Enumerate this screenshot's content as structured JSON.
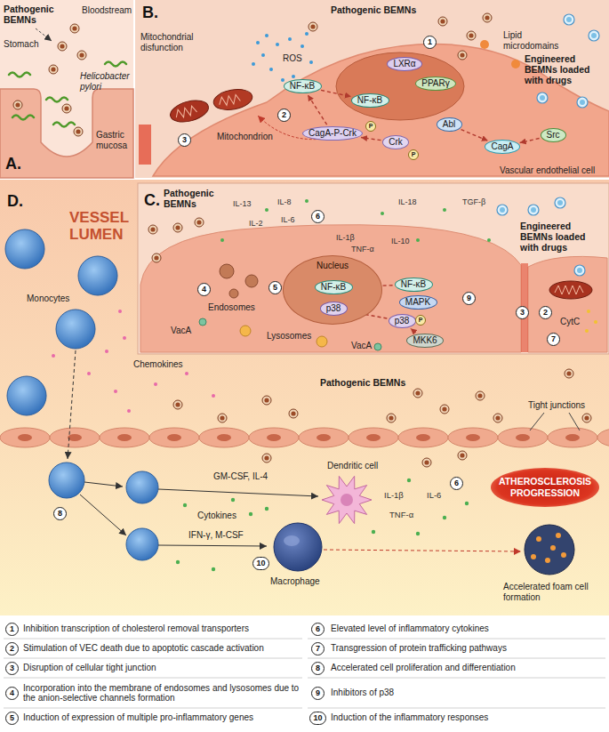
{
  "diagram": {
    "nodes": [
      {
        "text": [
          "A."
        ]
      },
      {
        "text": [
          "B."
        ]
      },
      {
        "text": [
          "NF-κB"
        ],
        "in": 1
      },
      {
        "text": [
          "LXRα"
        ],
        "in": 1
      },
      {
        "text": [
          "PPARγ"
        ],
        "in": 1
      },
      {
        "text": [
          "NF-κB"
        ],
        "in": 1
      },
      {
        "text": [
          "CagA-P-Crk"
        ],
        "in": 1
      },
      {
        "text": [
          "Abl"
        ],
        "in": 1
      },
      {
        "text": [
          "Crk"
        ],
        "in": 1
      },
      {
        "text": [
          "CagA"
        ],
        "in": 1
      },
      {
        "text": [
          "Src"
        ],
        "in": 1
      },
      {
        "text": [
          "D."
        ]
      },
      {
        "text": [
          "C."
        ],
        "in": 11
      },
      {
        "text": [
          "Nucleus"
        ],
        "in": 12
      },
      {
        "text": [
          "NF-κB"
        ],
        "in": 13
      },
      {
        "text": [
          "p38"
        ],
        "in": 13
      },
      {
        "text": [
          "NF-κB"
        ],
        "in": 12
      },
      {
        "text": [
          "MAPK"
        ],
        "in": 12
      },
      {
        "text": [
          "p38"
        ],
        "in": 12
      },
      {
        "text": [
          "MKK6"
        ],
        "in": 12
      },
      {
        "text": [
          "ATHEROSCLEROSIS PROGRESSION"
        ],
        "in": 11
      }
    ],
    "edges": [
      {
        "from": 2,
        "to": 5,
        "arrow": "to"
      },
      {
        "from": 6,
        "to": 2,
        "arrow": "to"
      },
      {
        "from": 8,
        "to": 6,
        "arrow": "to"
      },
      {
        "from": 7,
        "to": 9,
        "arrow": "to"
      },
      {
        "from": 10,
        "to": 9,
        "arrow": "to"
      },
      {
        "from": 16,
        "to": 14,
        "arrow": "to"
      },
      {
        "from": 18,
        "to": 15,
        "arrow": "to"
      },
      {
        "from": 19,
        "to": 18,
        "arrow": "to"
      }
    ],
    "labels": [
      "Pathogenic BEMNs",
      "Bloodstream",
      "Stomach",
      "Helicobacter pylori",
      "Gastric mucosa",
      "Pathogenic BEMNs",
      "Lipid microdomains",
      "Engineered BEMNs loaded with drugs",
      "Mitochondrial disfunction",
      "ROS",
      "1",
      "Mitochondrion",
      "2",
      "3",
      "P",
      "P",
      "Vascular endothelial cell",
      "VESSEL LUMEN",
      "Monocytes",
      "Chemokines",
      "Pathogenic BEMNs",
      "IL-13",
      "IL-8",
      "IL-18",
      "TGF-β",
      "IL-2",
      "IL-6",
      "6",
      "IL-1β",
      "TNF-α",
      "IL-10",
      "Engineered BEMNs loaded with drugs",
      "5",
      "Endosomes",
      "4",
      "Lysosomes",
      "VacA",
      "VacA",
      "P",
      "9",
      "3",
      "2",
      "CytC",
      "7",
      "Pathogenic BEMNs",
      "Tight junctions",
      "8",
      "GM-CSF, IL-4",
      "Dendritic cell",
      "Cytokines",
      "IFN-γ, M-CSF",
      "10",
      "Macrophage",
      "IL-1β",
      "IL-6",
      "6",
      "TNF-α",
      "Accelerated foam cell formation",
      "1",
      "2",
      "3",
      "4",
      "5",
      "6",
      "7",
      "8",
      "9",
      "10"
    ],
    "legend": [
      {
        "text": "Inhibition transcription of cholesterol removal transporters"
      },
      {
        "text": "Stimulation of VEC death due to apoptotic cascade activation"
      },
      {
        "text": "Disruption of cellular tight junction"
      },
      {
        "text": "Incorporation into the membrane of endosomes and lysosomes due to the anion-selective channels formation"
      },
      {
        "text": "Induction of expression of multiple pro-inflammatory genes"
      },
      {
        "text": "Elevated level of inflammatory cytokines"
      },
      {
        "text": "Transgression of protein trafficking pathways"
      },
      {
        "text": "Accelerated cell proliferation and differentiation"
      },
      {
        "text": "Inhibitors of p38"
      },
      {
        "text": "Induction of the inflammatory responses"
      }
    ]
  }
}
